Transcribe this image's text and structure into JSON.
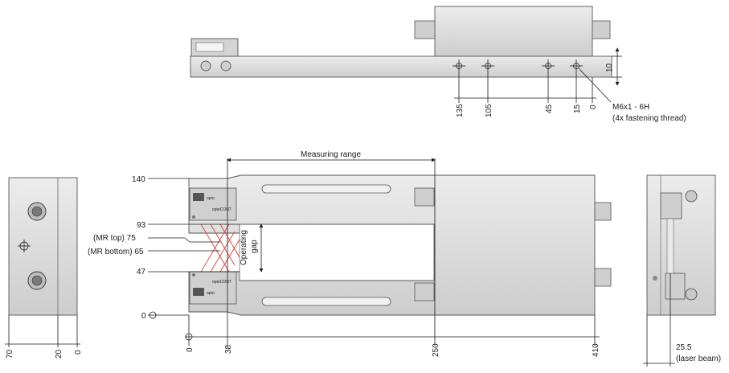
{
  "labels": {
    "thread_title": "M6x1 - 6H",
    "thread_note": "(4x fastening thread)",
    "measuring_range": "Measuring range",
    "operating_gap_line1": "Operating",
    "operating_gap_line2": "gap",
    "mr_top": "(MR top) 75",
    "mr_bottom": "(MR bottom) 65",
    "laser_value": "25.5",
    "laser_note": "(laser beam)",
    "logo_text": "opto",
    "badge_text": "opteCONT"
  },
  "top_view_dims": [
    "135",
    "105",
    "45",
    "15",
    "0",
    "10"
  ],
  "front_y_dims": [
    "140",
    "93",
    "47",
    "0"
  ],
  "front_x_dims": [
    "0",
    "38",
    "250",
    "410"
  ],
  "side_dims": [
    "70",
    "20",
    "0"
  ],
  "colors": {
    "body_fill": "#e2e2e2",
    "body_fill_dark": "#cfcfcf",
    "laser": "#d8403a",
    "line": "#1a1a1a"
  }
}
